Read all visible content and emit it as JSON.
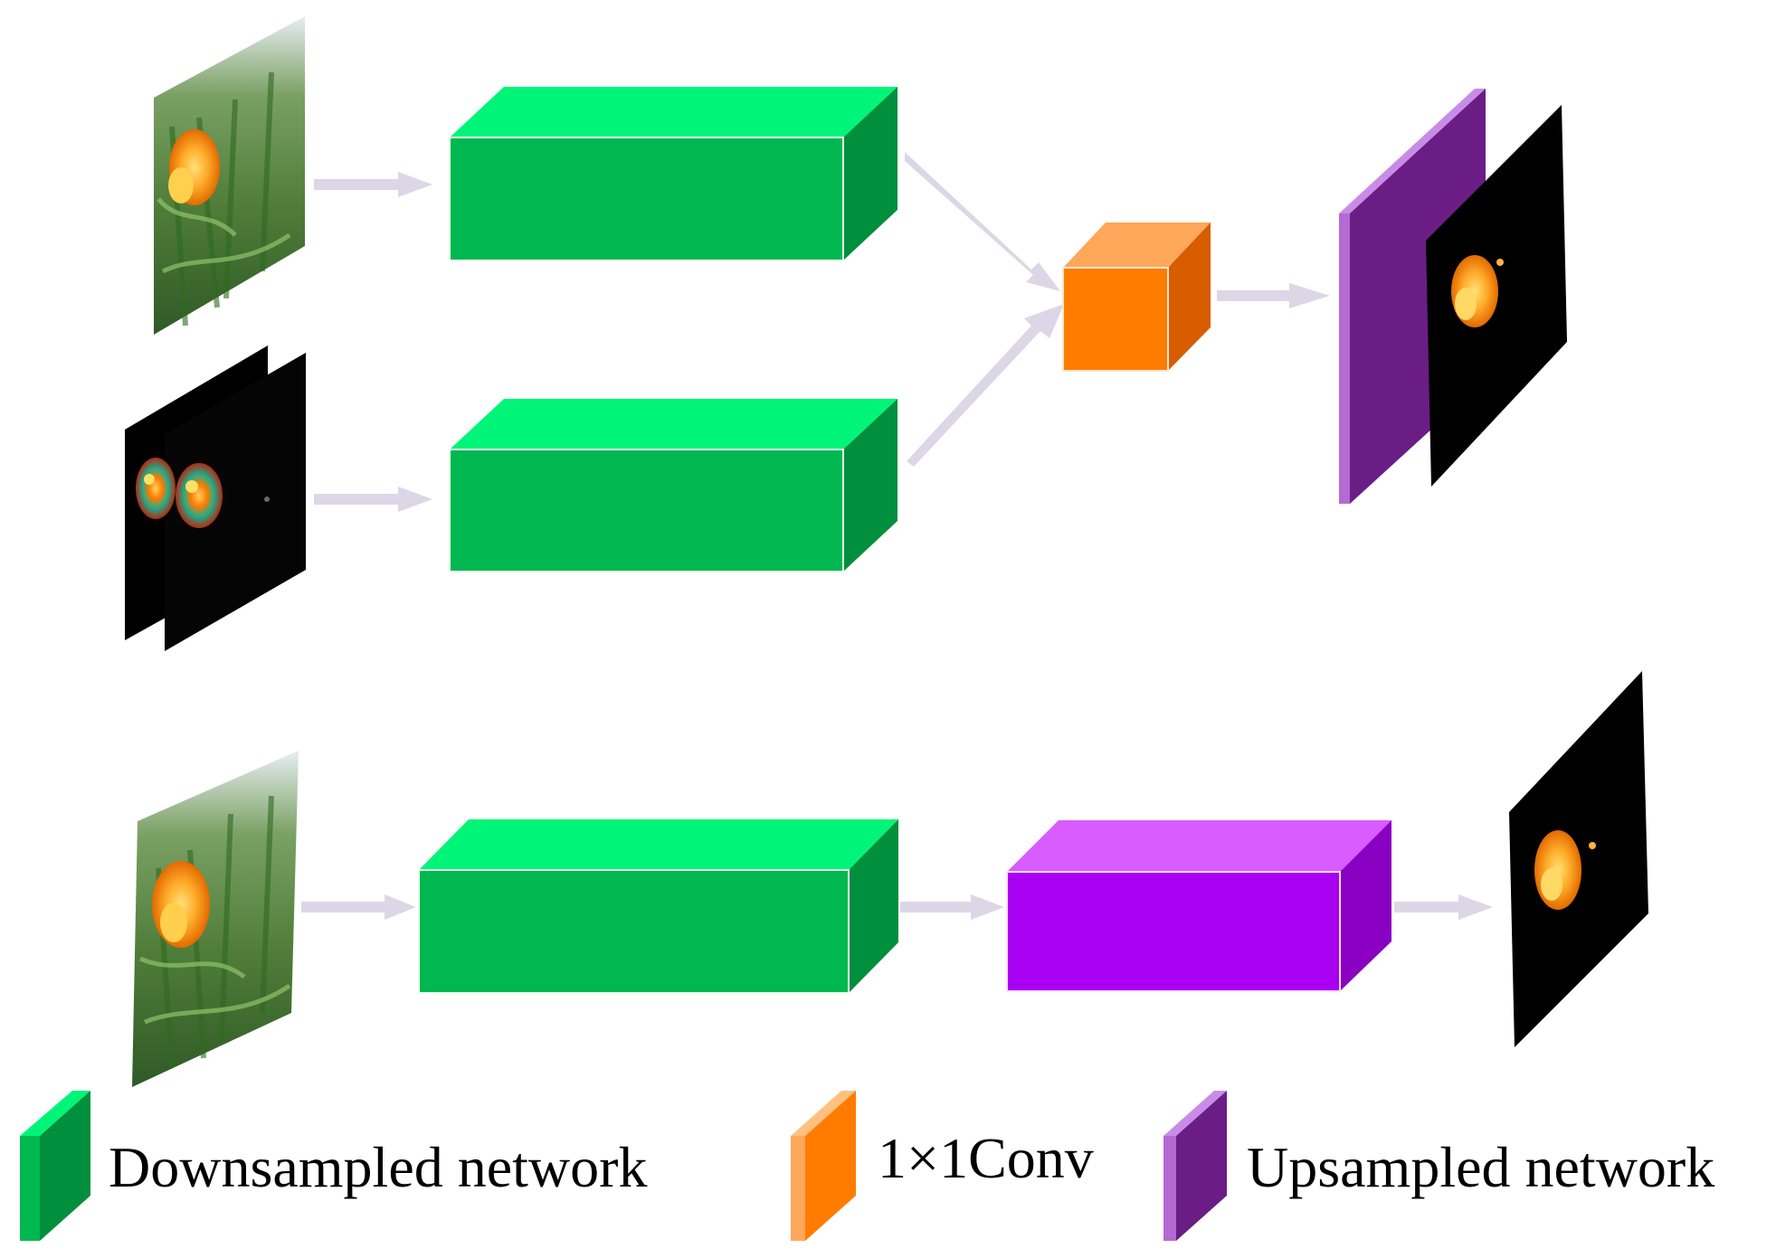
{
  "colors": {
    "downsampled": "#00b84f",
    "conv": "#ff7c00",
    "upsampled_legend": "#6a1d85",
    "upsampled_block": "#aa00f2",
    "arrow": "#dcd6e6",
    "background": "#ffffff"
  },
  "legend": {
    "downsampled_label": "Downsampled network",
    "conv_label": "1×1Conv",
    "upsampled_label": "Upsampled network"
  },
  "images": {
    "top_input": "forest-fire-photo",
    "top_feature_maps": "fire-motion-feature-maps",
    "top_output": "fire-segmentation-mask",
    "bottom_input": "forest-fire-photo",
    "bottom_output": "fire-segmentation-mask"
  }
}
